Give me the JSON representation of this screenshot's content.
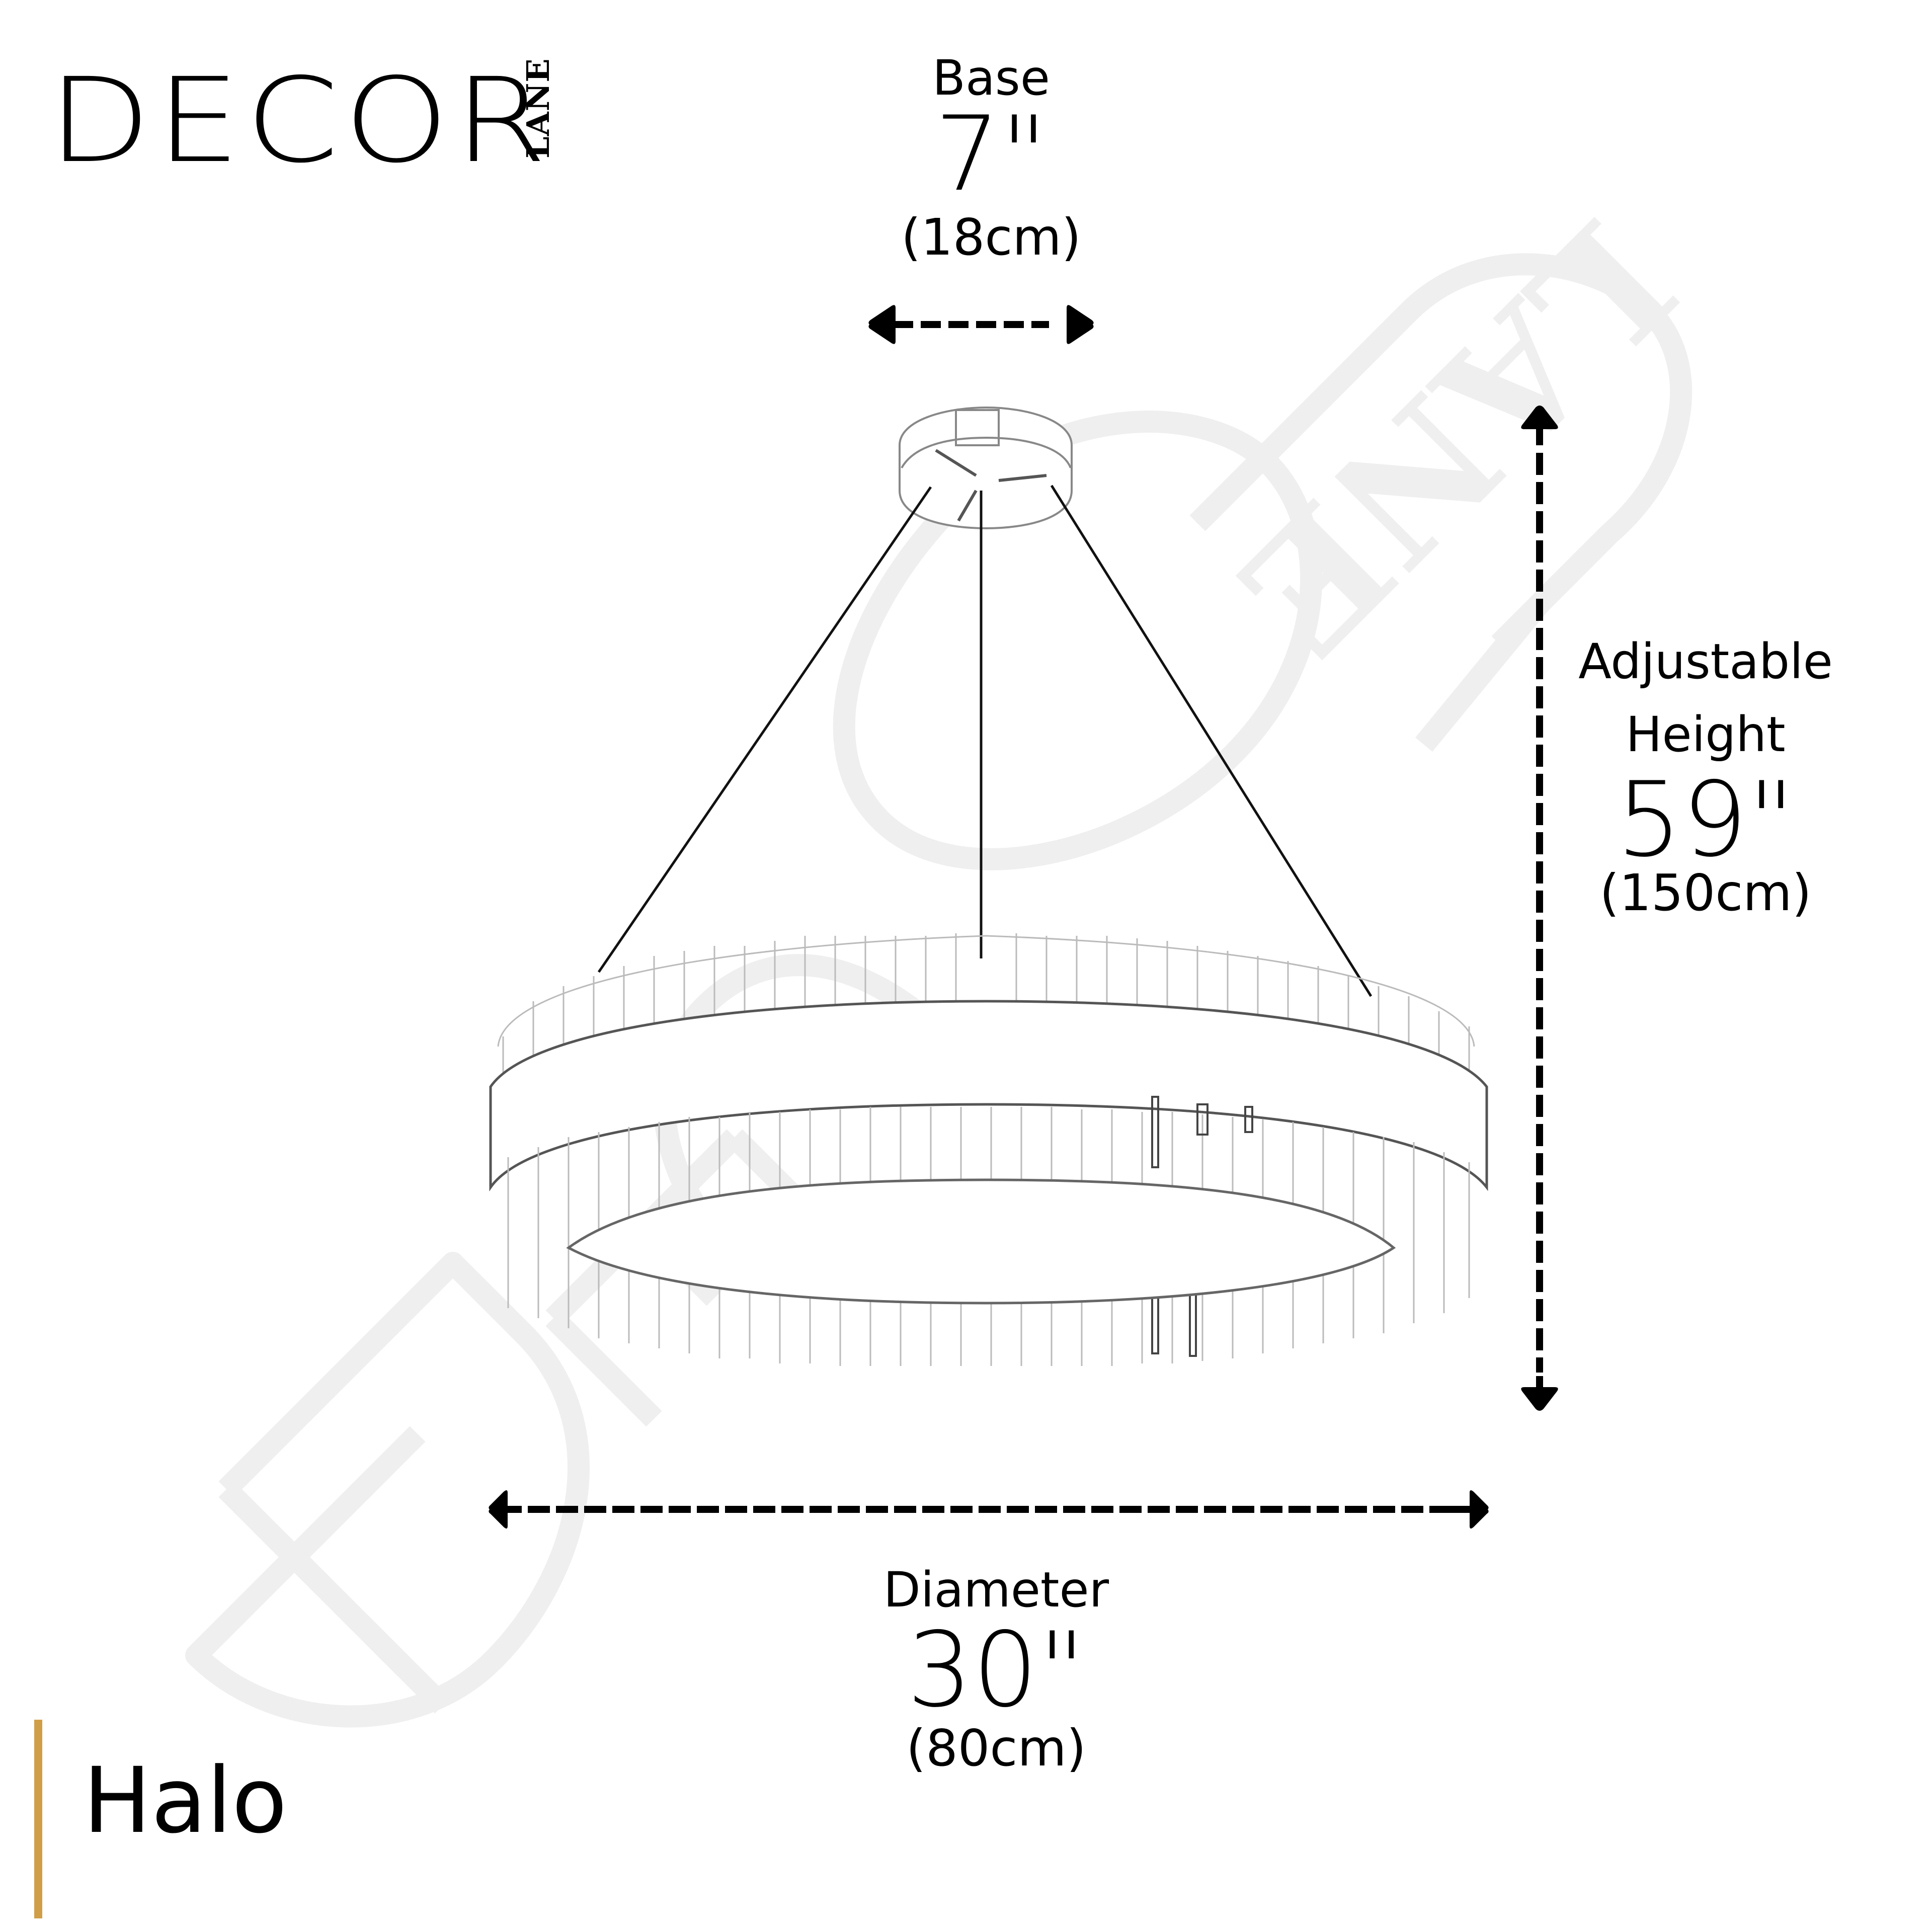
{
  "brand": {
    "logo_main": "DECOR",
    "logo_sub": "LANE",
    "watermark_text": "DECOR LANE"
  },
  "product": {
    "name": "Halo",
    "accent_color": "#D19E48"
  },
  "dimensions": {
    "base": {
      "label": "Base",
      "value": "7\"",
      "metric": "(18cm)"
    },
    "height": {
      "label_line1": "Adjustable",
      "label_line2": "Height",
      "value": "59\"",
      "metric": "(150cm)"
    },
    "diameter": {
      "label": "Diameter",
      "value": "30\"",
      "metric": "(80cm)"
    }
  },
  "icons": {
    "base_arrow": "double-arrow-horizontal-dashed",
    "height_arrow": "double-arrow-vertical-dashed",
    "diameter_arrow": "double-arrow-horizontal-dashed"
  },
  "colors": {
    "ink": "#000000",
    "watermark": "#EFEFEF",
    "background": "#FFFFFF"
  }
}
